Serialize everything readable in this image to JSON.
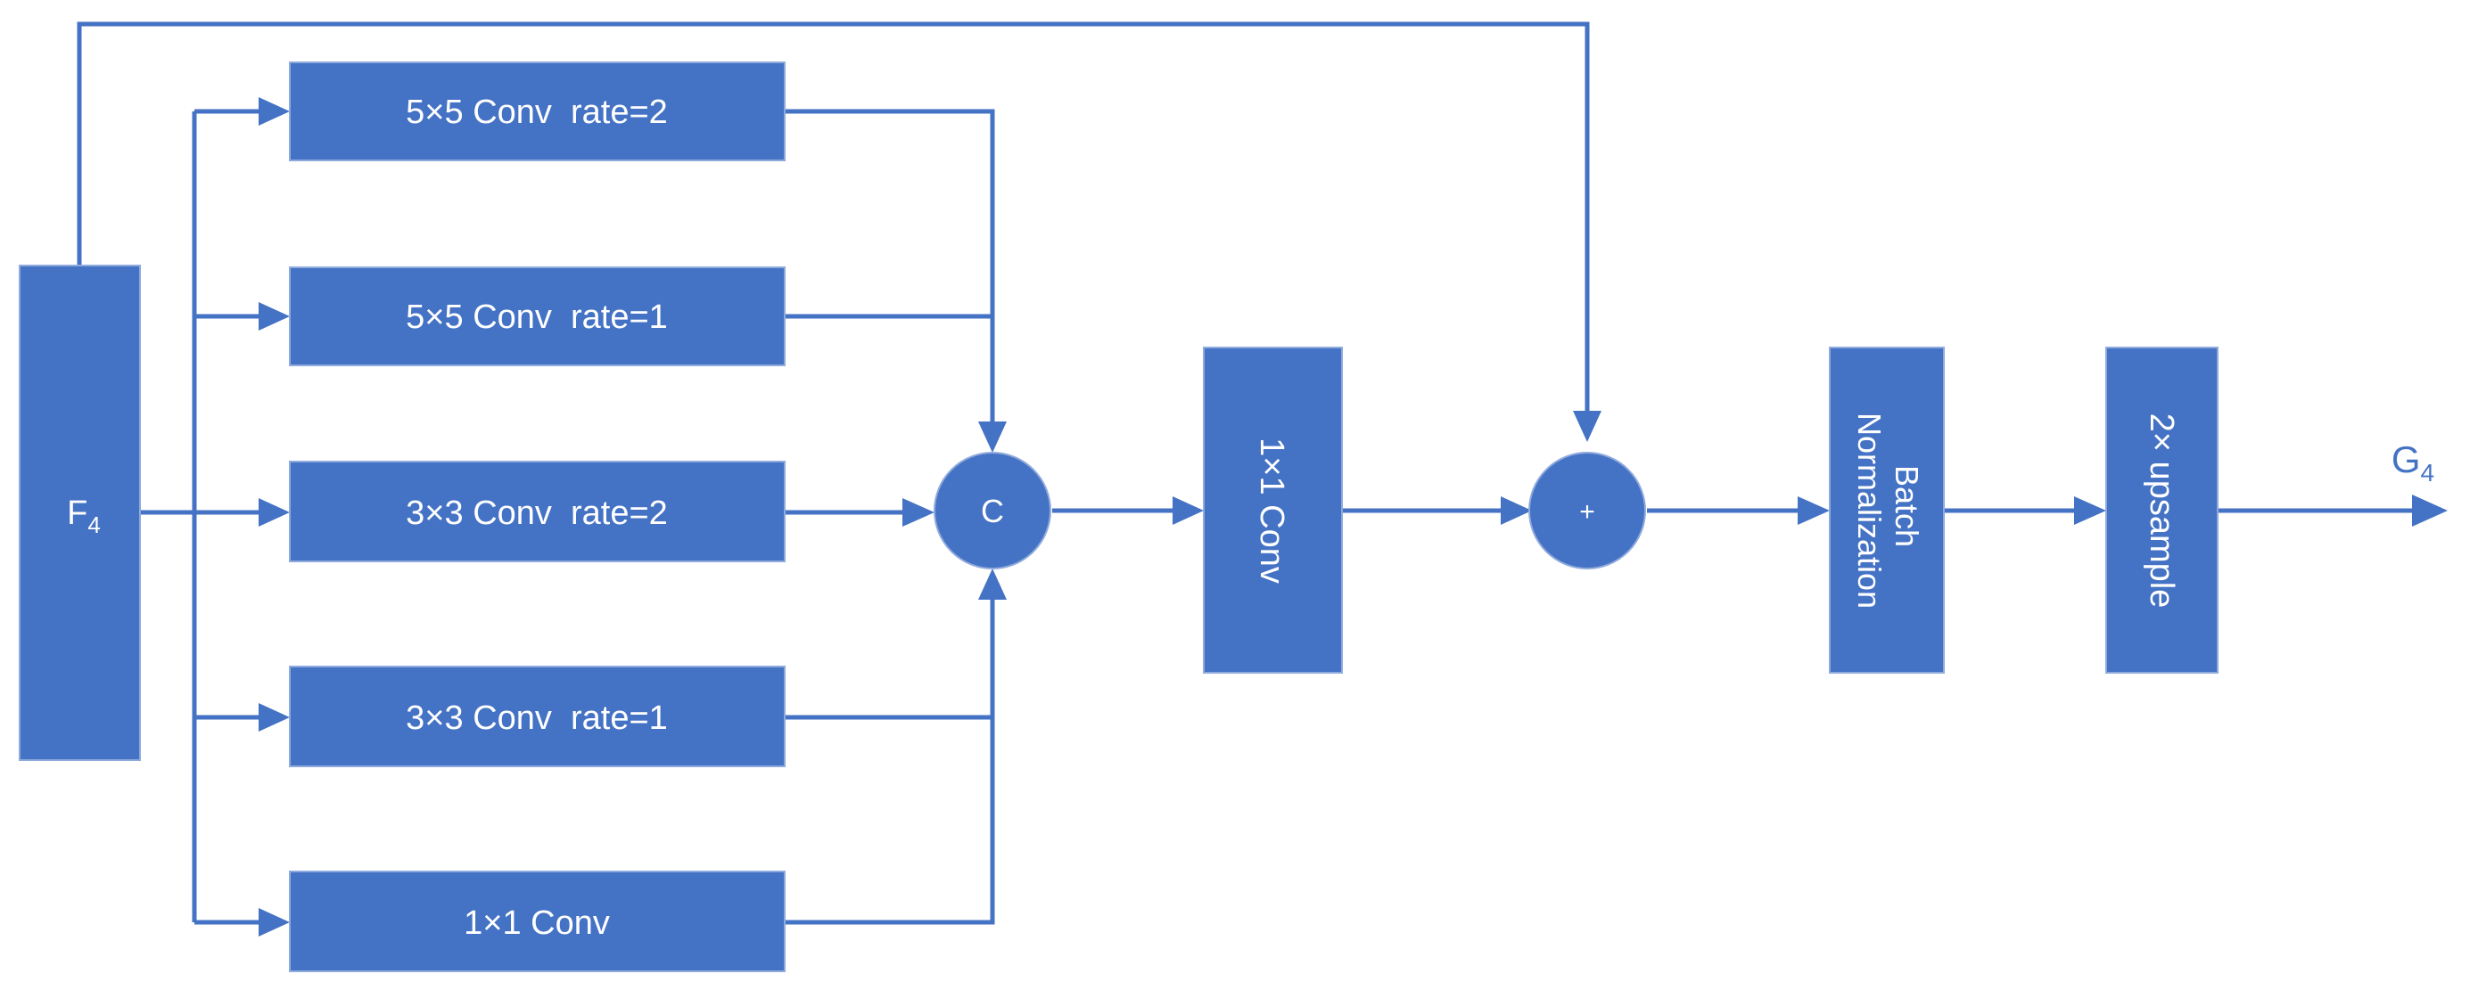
{
  "input": {
    "label": "F",
    "subscript": "4"
  },
  "output": {
    "label": "G",
    "subscript": "4"
  },
  "branches": [
    {
      "label": "5×5 Conv  rate=2"
    },
    {
      "label": "5×5 Conv  rate=1"
    },
    {
      "label": "3×3 Conv  rate=2"
    },
    {
      "label": "3×3 Conv  rate=1"
    },
    {
      "label": "1×1 Conv"
    }
  ],
  "concat": {
    "label": "C"
  },
  "fuse_conv": {
    "label": "1×1 Conv"
  },
  "add": {
    "label": "+"
  },
  "batch_norm": {
    "line1": "Batch",
    "line2": "Normalization"
  },
  "upsample": {
    "label": "2× upsample"
  },
  "colors": {
    "block_fill": "#4472C4",
    "block_border": "#8FAADC",
    "wire": "#4472C4",
    "text": "#FFFFFF"
  }
}
